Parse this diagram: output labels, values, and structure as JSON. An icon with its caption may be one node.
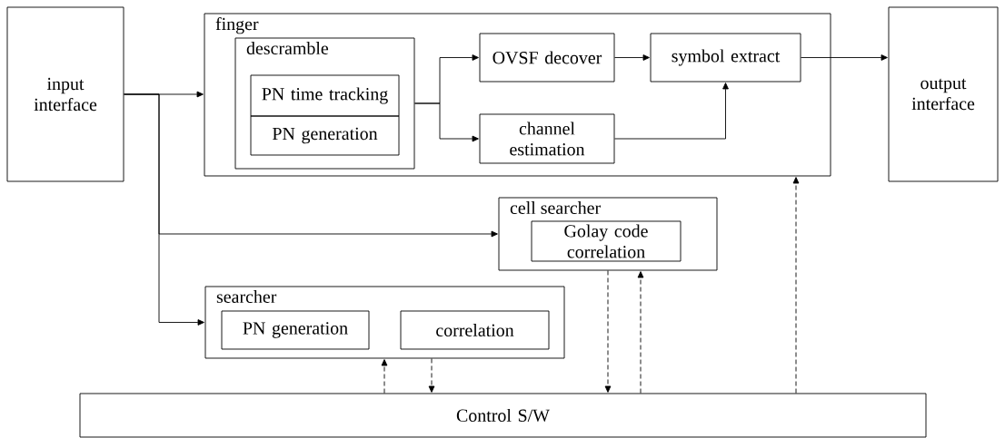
{
  "diagram": {
    "nodes": [
      {
        "text": [
          "input interface"
        ]
      },
      {
        "text": [
          "finger"
        ]
      },
      {
        "text": [
          "descramble"
        ],
        "in": 1
      },
      {
        "text": [
          "PN time tracking"
        ],
        "in": 2
      },
      {
        "text": [
          "PN generation"
        ],
        "in": 2
      },
      {
        "text": [
          "OVSF decover"
        ],
        "in": 1
      },
      {
        "text": [
          "symbol extract"
        ],
        "in": 1
      },
      {
        "text": [
          "channel estimation"
        ],
        "in": 1
      },
      {
        "text": [
          "output interface"
        ]
      },
      {
        "text": [
          "cell searcher"
        ]
      },
      {
        "text": [
          "Golay code correlation"
        ],
        "in": 9
      },
      {
        "text": [
          "searcher"
        ]
      },
      {
        "text": [
          "PN generation"
        ],
        "in": 11
      },
      {
        "text": [
          "correlation"
        ],
        "in": 11
      },
      {
        "text": [
          "Control S/W"
        ]
      }
    ],
    "edges": [
      {
        "from": 0,
        "to": 1,
        "arrow": "to"
      },
      {
        "from": 0,
        "to": 9,
        "arrow": "to"
      },
      {
        "from": 0,
        "to": 11,
        "arrow": "to"
      },
      {
        "from": 2,
        "to": 5,
        "arrow": "to"
      },
      {
        "from": 2,
        "to": 7,
        "arrow": "to"
      },
      {
        "from": 5,
        "to": 6,
        "arrow": "to"
      },
      {
        "from": 7,
        "to": 6,
        "arrow": "to"
      },
      {
        "from": 6,
        "to": 8,
        "arrow": "to"
      },
      {
        "from": 14,
        "to": 1,
        "arrow": "to",
        "style": "dashed"
      },
      {
        "from": 9,
        "to": 14,
        "arrow": "to",
        "style": "dashed"
      },
      {
        "from": 14,
        "to": 9,
        "arrow": "to",
        "style": "dashed"
      },
      {
        "from": 14,
        "to": 11,
        "arrow": "to",
        "style": "dashed"
      },
      {
        "from": 11,
        "to": 14,
        "arrow": "to",
        "style": "dashed"
      }
    ]
  }
}
